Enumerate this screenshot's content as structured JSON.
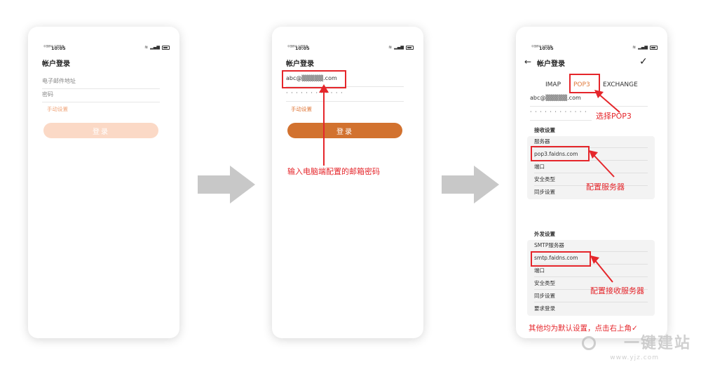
{
  "status": {
    "carrier": "中国移动\n中国联通",
    "time": "10:05"
  },
  "screen1": {
    "title": "帐户登录",
    "email_placeholder": "电子邮件地址",
    "password_placeholder": "密码",
    "manual_settings": "手动设置",
    "login_label": "登录"
  },
  "screen2": {
    "title": "帐户登录",
    "email_value": "abc@▒▒▒▒▒.com",
    "password_value": "· · · · · · · · · · · ·",
    "manual_settings": "手动设置",
    "login_label": "登录",
    "annotation": "输入电脑端配置的邮箱密码"
  },
  "screen3": {
    "back_icon": "back-arrow",
    "title": "帐户登录",
    "confirm_icon": "checkmark",
    "tabs": [
      "IMAP",
      "POP3",
      "EXCHANGE"
    ],
    "selected_tab": "POP3",
    "email_value": "abc@▒▒▒▒▒.com",
    "password_value": "· · · · · · · · · · · ·",
    "incoming": {
      "title": "接收设置",
      "rows": [
        "服务器",
        "pop3.faidns.com",
        "端口",
        "安全类型",
        "同步设置"
      ]
    },
    "outgoing": {
      "title": "外发设置",
      "rows": [
        "SMTP服务器",
        "smtp.faidns.com",
        "端口",
        "安全类型",
        "同步设置",
        "要求登录"
      ]
    },
    "annotations": {
      "select_pop3": "选择POP3",
      "config_server": "配置服务器",
      "config_receive": "配置接收服务器",
      "footer": "其他均为默认设置，点击右上角✓"
    }
  },
  "colors": {
    "accent": "#e07a3c",
    "accent_light": "#fbd9c6",
    "annotation": "#e5262b",
    "arrow": "#c8c8c8"
  },
  "watermark": {
    "main": "一键建站",
    "sub": "www.yjz.com"
  }
}
